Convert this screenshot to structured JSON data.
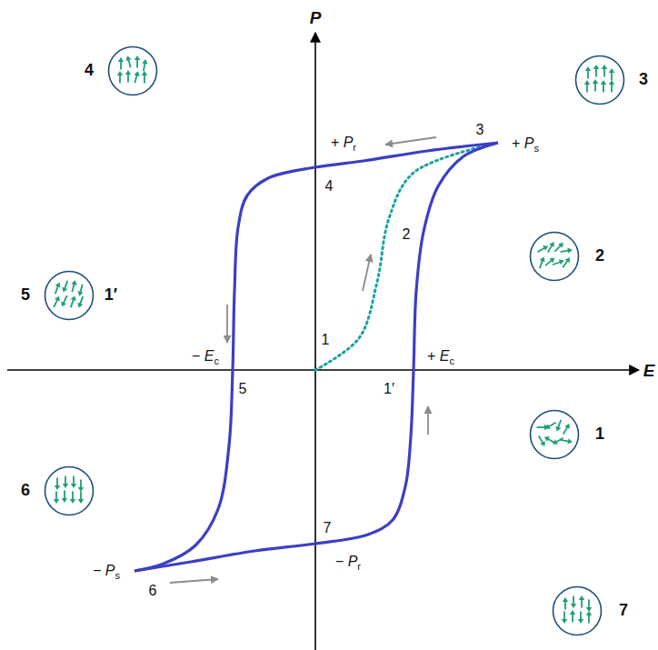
{
  "diagram": {
    "nodes": [
      {
        "text": [
          "4"
        ]
      },
      {
        "text": [
          "3"
        ]
      },
      {
        "text": [
          "5",
          "1′"
        ]
      },
      {
        "text": [
          "2"
        ]
      },
      {
        "text": [
          "6"
        ]
      },
      {
        "text": [
          "1"
        ]
      },
      {
        "text": [
          "7"
        ]
      }
    ],
    "labels": [
      "P",
      "E",
      "+ Pr",
      "3",
      "+ Ps",
      "4",
      "2",
      "1",
      "+ Ec",
      "− Ec",
      "5",
      "1′",
      "7",
      "− Pr",
      "− Ps",
      "6"
    ]
  }
}
